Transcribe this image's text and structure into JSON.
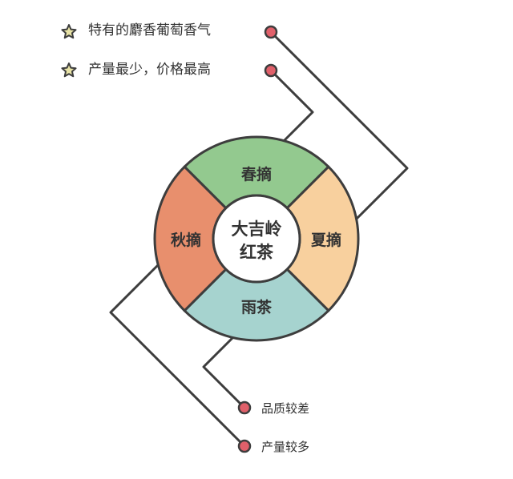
{
  "diagram": {
    "center": {
      "line1": "大吉岭",
      "line2": "红茶"
    },
    "segments": {
      "top": {
        "label": "春摘",
        "color": "#93c98f"
      },
      "right": {
        "label": "夏摘",
        "color": "#f8d09e"
      },
      "bottom": {
        "label": "雨茶",
        "color": "#a6d3cf"
      },
      "left": {
        "label": "秋摘",
        "color": "#e88f6d"
      }
    },
    "stroke_color": "#3d3d3d",
    "dot_color": "#e0606a",
    "star_color": "#e8e3a6"
  },
  "notes_top": [
    {
      "text": "特有的麝香葡萄香气",
      "icon": "star-icon"
    },
    {
      "text": "产量最少，价格最高",
      "icon": "star-icon"
    }
  ],
  "notes_bottom": [
    {
      "text": "品质较差"
    },
    {
      "text": "产量较多"
    }
  ]
}
